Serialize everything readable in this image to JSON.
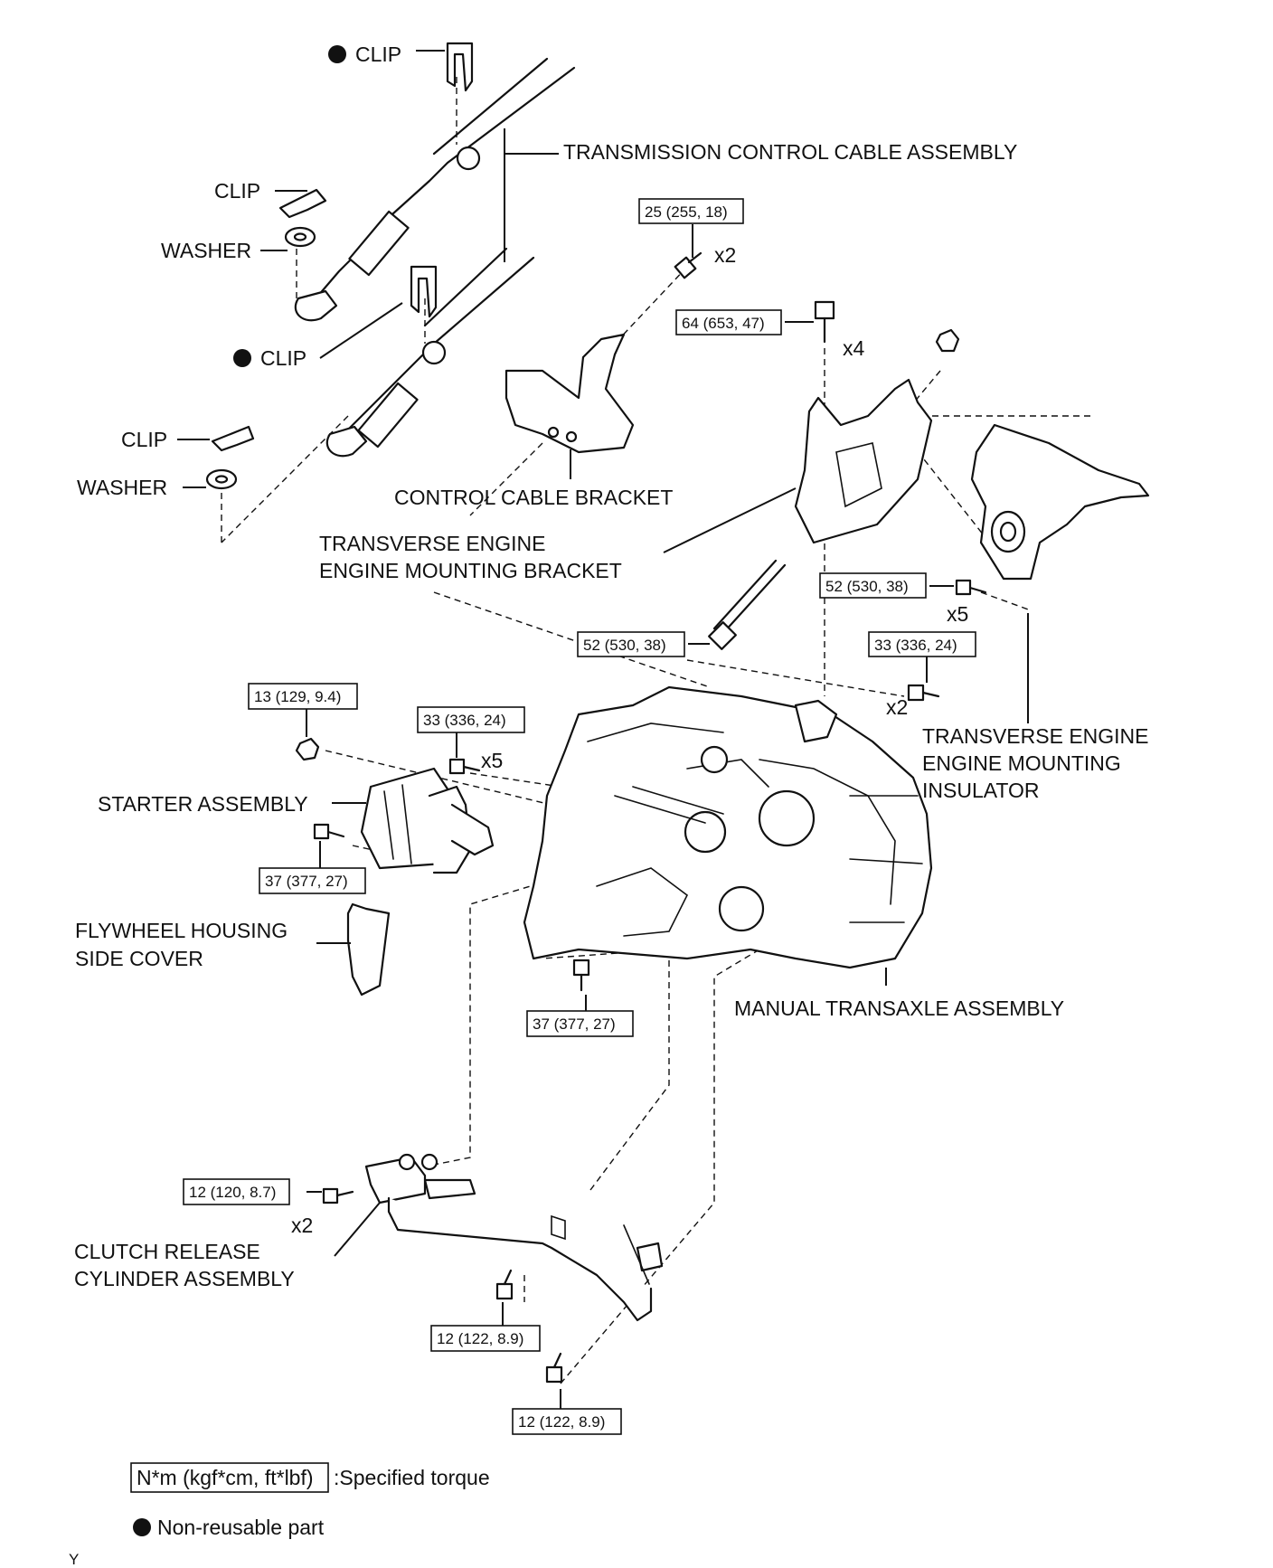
{
  "labels": {
    "clip_top": "CLIP",
    "clip_mid_left": "CLIP",
    "washer_upper": "WASHER",
    "clip_mid": "CLIP",
    "clip_lower": "CLIP",
    "washer_lower": "WASHER",
    "transmission_control_cable_assembly": "TRANSMISSION CONTROL CABLE ASSEMBLY",
    "control_cable_bracket": "CONTROL CABLE BRACKET",
    "mounting_bracket_line1": "TRANSVERSE ENGINE",
    "mounting_bracket_line2": "ENGINE MOUNTING BRACKET",
    "mounting_insulator_line1": "TRANSVERSE ENGINE",
    "mounting_insulator_line2": "ENGINE MOUNTING",
    "mounting_insulator_line3": "INSULATOR",
    "starter_assembly": "STARTER ASSEMBLY",
    "flywheel_cover_line1": "FLYWHEEL HOUSING",
    "flywheel_cover_line2": "SIDE COVER",
    "manual_transaxle_assembly": "MANUAL TRANSAXLE ASSEMBLY",
    "clutch_cylinder_line1": "CLUTCH RELEASE",
    "clutch_cylinder_line2": "CYLINDER ASSEMBLY"
  },
  "torques": {
    "t_25": "25 (255, 18)",
    "t_64": "64 (653, 47)",
    "t_52_insulator": "52 (530, 38)",
    "t_52_bracket": "52 (530, 38)",
    "t_33_right": "33 (336, 24)",
    "t_13": "13 (129, 9.4)",
    "t_33_left": "33 (336, 24)",
    "t_37_starter": "37 (377, 27)",
    "t_37_bottom": "37 (377, 27)",
    "t_12_cylinder": "12 (120, 8.7)",
    "t_12_clamp_a": "12 (122, 8.9)",
    "t_12_clamp_b": "12 (122, 8.9)"
  },
  "quantities": {
    "q_x2_a": "x2",
    "q_x4": "x4",
    "q_x5_insulator": "x5",
    "q_x2_b": "x2",
    "q_x5_starter": "x5",
    "q_x2_cylinder": "x2"
  },
  "legend": {
    "torque_unit": "N*m (kgf*cm, ft*lbf)",
    "torque_text": ":Specified torque",
    "nonreusable_text": "Non-reusable part"
  },
  "corner_mark": "Y"
}
